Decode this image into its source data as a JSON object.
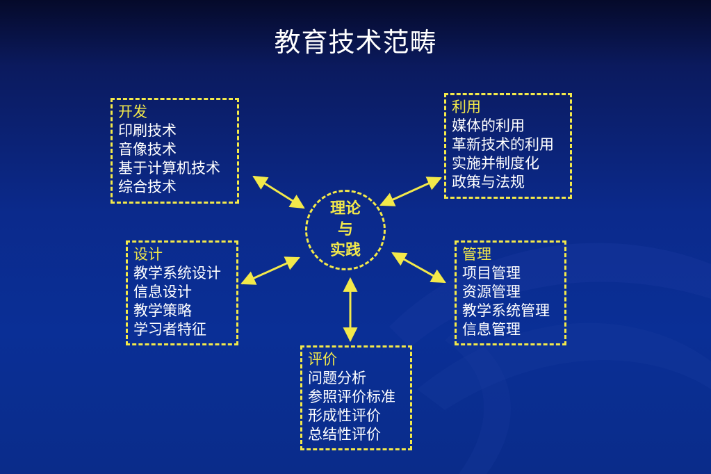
{
  "title": "教育技术范畴",
  "center": {
    "lines": [
      "理论",
      "与",
      "实践"
    ]
  },
  "domains": {
    "development": {
      "title": "开发",
      "items": [
        "印刷技术",
        "音像技术",
        "基于计算机技术",
        "综合技术"
      ]
    },
    "utilization": {
      "title": "利用",
      "items": [
        "媒体的利用",
        "革新技术的利用",
        "实施并制度化",
        "政策与法规"
      ]
    },
    "design": {
      "title": "设计",
      "items": [
        "教学系统设计",
        "信息设计",
        "教学策略",
        "学习者特征"
      ]
    },
    "management": {
      "title": "管理",
      "items": [
        "项目管理",
        "资源管理",
        "教学系统管理",
        "信息管理"
      ]
    },
    "evaluation": {
      "title": "评价",
      "items": [
        "问题分析",
        "参照评价标准",
        "形成性评价",
        "总结性评价"
      ]
    }
  },
  "colors": {
    "accent": "#f3e94a",
    "text": "#ffffff",
    "background": "#0a2c8a"
  }
}
